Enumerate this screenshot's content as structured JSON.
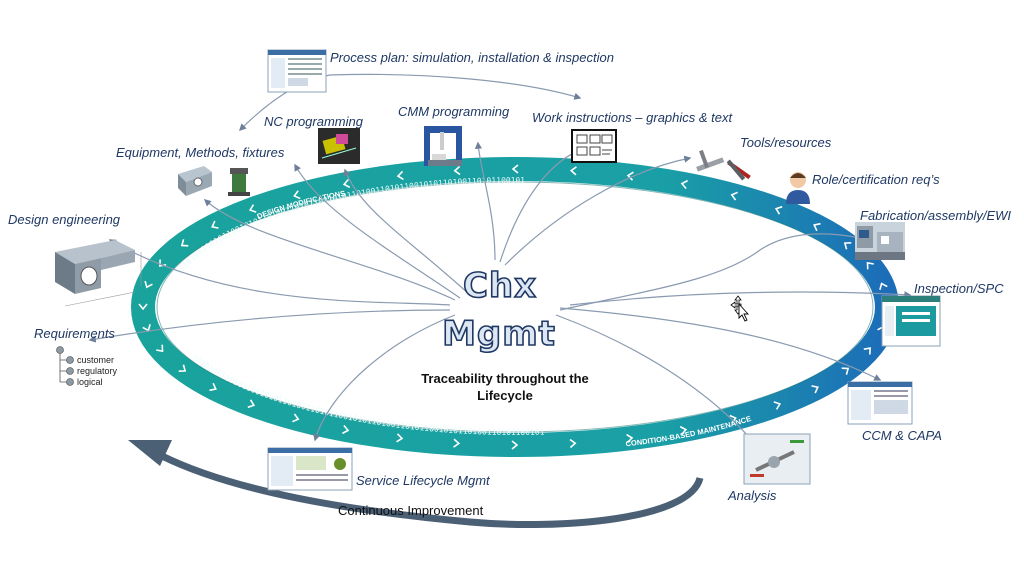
{
  "center": {
    "line1": "Chx",
    "line2": "Mgmt"
  },
  "subtitle": {
    "line1": "Traceability throughout the",
    "line2": "Lifecycle"
  },
  "ring": {
    "top_label": "DESIGN MODIFICATIONS",
    "bottom_label": "CONDITION-BASED MAINTENANCE",
    "binary": "1010100110101100101011010011010110010101101001101011001010110100110101100101",
    "color_teal": "#1aa3a0",
    "color_blue": "#1e6fb8"
  },
  "labels": {
    "process_plan": "Process plan: simulation, installation & inspection",
    "nc_programming": "NC programming",
    "cmm_programming": "CMM programming",
    "work_instructions": "Work instructions – graphics & text",
    "tools_resources": "Tools/resources",
    "role_cert": "Role/certification req’s",
    "equipment": "Equipment, Methods, fixtures",
    "design_engineering": "Design engineering",
    "fabrication": "Fabrication/assembly/EWI",
    "inspection_spc": "Inspection/SPC",
    "requirements": "Requirements",
    "ccm_capa": "CCM & CAPA",
    "service_lifecycle": "Service Lifecycle Mgmt",
    "analysis": "Analysis",
    "continuous_improvement": "Continuous Improvement"
  },
  "requirements_items": [
    "customer",
    "regulatory",
    "logical"
  ],
  "icons": {
    "process_plan": "software-window-icon",
    "nc": "cnc-toolpath-icon",
    "cmm": "cmm-machine-icon",
    "work_instructions": "document-graphics-icon",
    "tools": "caliper-tools-icon",
    "role": "worker-avatar-icon",
    "equipment": "fixture-part-icon",
    "design": "cad-part-icon",
    "fabrication": "factory-photo-icon",
    "inspection": "spc-screen-icon",
    "ccm": "ccm-screen-icon",
    "service": "service-app-icon",
    "analysis": "analysis-screen-icon",
    "cursor": "move-cursor-icon"
  }
}
